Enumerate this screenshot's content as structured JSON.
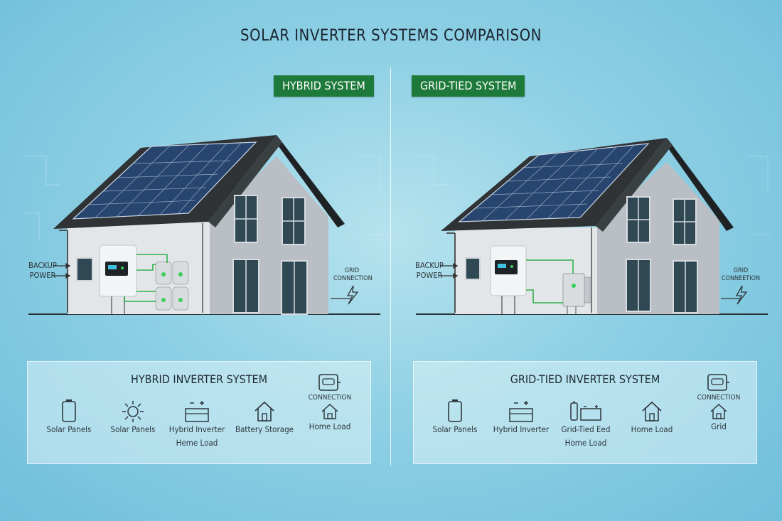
{
  "title": "SOLAR INVERTER SYSTEMS COMPARISON",
  "left": {
    "badge": "HYBRID SYSTEM",
    "backup_label": "BACKUP POWER",
    "grid_label": "GRID CONNECTION",
    "panel_title": "HYBRID INVERTER SYSTEM",
    "items": [
      {
        "icon": "battery-icon",
        "label": "Solar Panels",
        "sub": ""
      },
      {
        "icon": "sun-icon",
        "label": "Solar Panels",
        "sub": ""
      },
      {
        "icon": "inverter-icon",
        "label": "Hybrid Inverter",
        "sub": "Heme Load"
      },
      {
        "icon": "house-icon",
        "label": "Battery Storage",
        "sub": ""
      },
      {
        "icon": "house-icon",
        "label": "Home Load",
        "sub": "",
        "connection": "CONNECTION"
      }
    ]
  },
  "right": {
    "badge": "GRID-TIED SYSTEM",
    "backup_label": "BACKUP POWER",
    "grid_label": "GRID CONNEETION",
    "panel_title": "GRID-TIED INVERTER SYSTEM",
    "items": [
      {
        "icon": "battery-icon",
        "label": "Solar Panels",
        "sub": ""
      },
      {
        "icon": "inverter-icon",
        "label": "Hybrid Inverter",
        "sub": ""
      },
      {
        "icon": "grid-tied-icon",
        "label": "Grid-Tied Eed",
        "sub": "Home Load"
      },
      {
        "icon": "house-icon",
        "label": "Home Load",
        "sub": ""
      },
      {
        "icon": "house-icon",
        "label": "Grid",
        "sub": "",
        "connection": "CONNECTION"
      }
    ]
  },
  "colors": {
    "badge": "#1e7a3a",
    "wire": "#2fb14c",
    "roof": "#2f3336",
    "wall_light": "#dfe3e6",
    "wall_dark": "#b9bfc4",
    "panel": "#27456f"
  }
}
